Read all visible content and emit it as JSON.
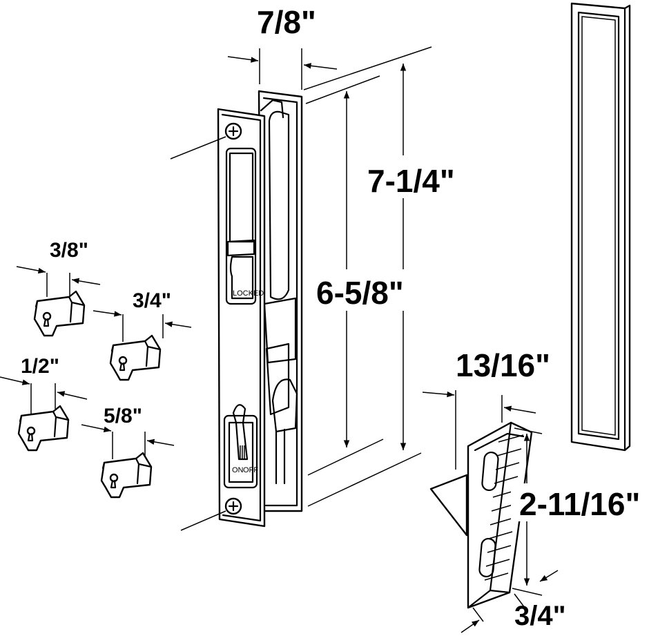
{
  "title": "Sliding door handle set with strike and keepers",
  "dimensions": {
    "handle_width": "7/8\"",
    "overall_length": "7-1/4\"",
    "hole_spacing": "6-5/8\"",
    "keeper_a": "3/8\"",
    "keeper_b": "3/4\"",
    "keeper_c": "1/2\"",
    "keeper_d": "5/8\"",
    "strike_width": "13/16\"",
    "strike_length": "2-11/16\"",
    "strike_depth": "3/4\""
  },
  "labels": {
    "locked": "LOCKED",
    "on": "ON",
    "off": "OFF"
  }
}
